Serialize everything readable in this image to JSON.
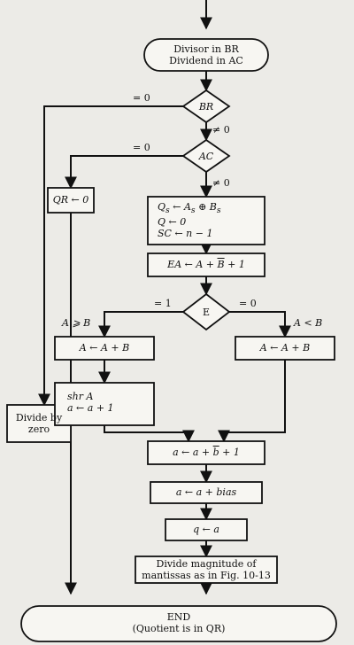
{
  "nodes": {
    "start": {
      "line1": "Divisor in BR",
      "line2": "Dividend in AC"
    },
    "dec_br": {
      "label": "BR"
    },
    "dec_ac": {
      "label": "AC"
    },
    "qr_zero": {
      "label": "QR ← 0"
    },
    "divide_zero": {
      "line1": "Divide by",
      "line2": "zero"
    },
    "init": {
      "line1_a": "Q",
      "line1_sub_a": "s",
      "line1_b": " ← A",
      "line1_sub_b": "s",
      "line1_c": " ⊕ B",
      "line1_sub_c": "s",
      "line2": "Q ← 0",
      "line3": "SC ← n − 1"
    },
    "ea": {
      "prefix": "EA ← A + ",
      "bar": "B",
      "suffix": " + 1"
    },
    "dec_e": {
      "label": "E"
    },
    "left_add": {
      "label": "A ← A + B"
    },
    "right_add": {
      "label": "A ← A + B"
    },
    "shift": {
      "line1": "shr A",
      "line2": "a ← a + 1"
    },
    "exp_sub": {
      "prefix": "a ← a + ",
      "bar": "b",
      "suffix": " + 1"
    },
    "exp_bias": {
      "label": "a ← a + bias"
    },
    "q_assign": {
      "label": "q ← a"
    },
    "divide_mag": {
      "line1": "Divide magnitude of",
      "line2": "mantissas as in Fig. 10-13"
    },
    "end": {
      "line1": "END",
      "line2": "(Quotient is in QR)"
    }
  },
  "edge_labels": {
    "br_eq0": "= 0",
    "br_ne0": "≠ 0",
    "ac_eq0": "= 0",
    "ac_ne0": "≠ 0",
    "e_eq1": "= 1",
    "e_eq0": "= 0",
    "a_ge_b": "A ⩾ B",
    "a_lt_b": "A < B"
  }
}
